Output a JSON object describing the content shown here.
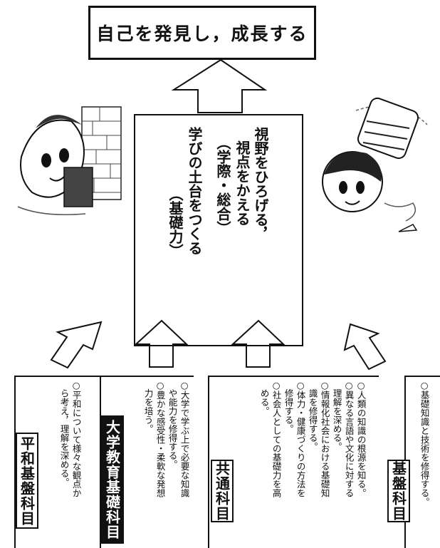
{
  "title": "自己を発見し，成長する",
  "center": {
    "line1": "視野をひろげる，",
    "line2": "視点をかえる",
    "line3": "（学際・総合）",
    "line4": "学びの土台をつくる",
    "line5": "（基礎力）"
  },
  "panels": [
    {
      "label": "平和基盤科目",
      "items": [
        "○平和について様々な観点か",
        "　ら考え，理解を深める。"
      ]
    },
    {
      "label": "大学教育基礎科目",
      "items": [
        "○大学で学ぶ上で必要な知識",
        "　や能力を修得する。",
        "○豊かな感受性・柔軟な発想",
        "　力を培う。"
      ]
    },
    {
      "label": "共通科目",
      "items": [
        "○人類の知識の根源を知る。",
        "○異なる言語や文化に対する",
        "　理解を深める。",
        "○情報化社会における基礎知",
        "　識を修得する。",
        "○体力・健康づくりの方法を",
        "　修得する。",
        "○社会人としての基礎力を高",
        "　める。"
      ]
    },
    {
      "label": "基盤科目",
      "items": [
        "○基礎知識と技術を修得する。"
      ]
    }
  ]
}
